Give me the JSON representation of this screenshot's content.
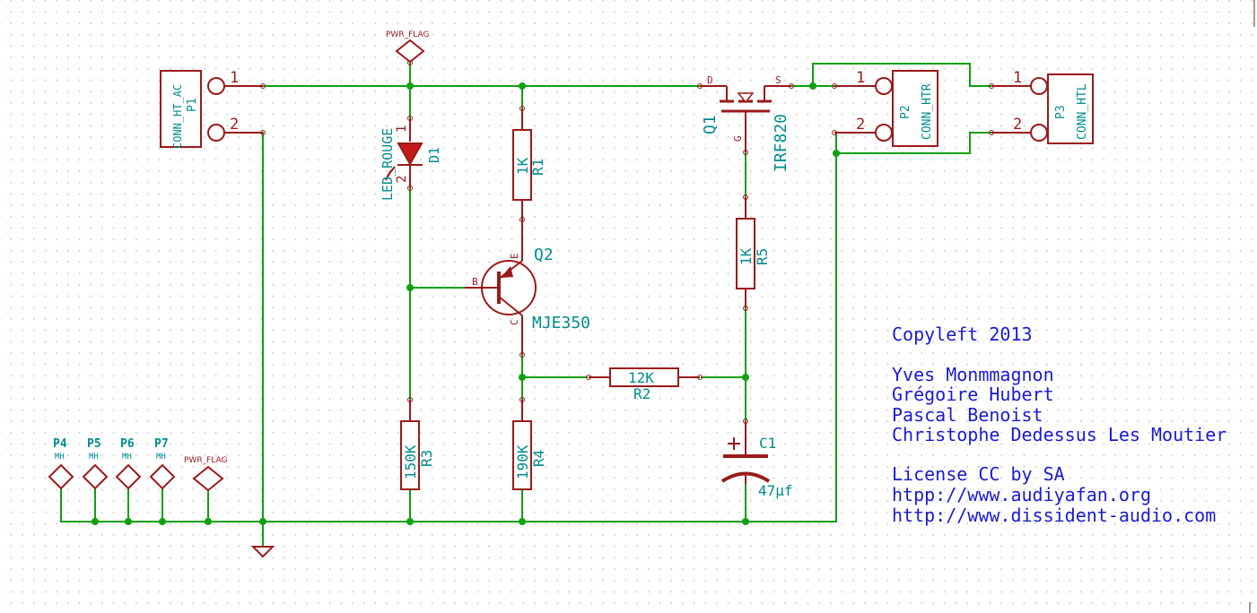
{
  "components": {
    "p1": {
      "ref": "P1",
      "value": "CONN_HT_AC",
      "pin1": "1",
      "pin2": "2"
    },
    "p2": {
      "ref": "P2",
      "value": "CONN_HTR",
      "pin1": "1",
      "pin2": "2"
    },
    "p3": {
      "ref": "P3",
      "value": "CONN_HTL",
      "pin1": "1",
      "pin2": "2"
    },
    "d1": {
      "ref": "D1",
      "value": "LED_ROUGE",
      "pin1": "1",
      "pin2": "2"
    },
    "r1": {
      "ref": "R1",
      "value": "1K"
    },
    "r2": {
      "ref": "R2",
      "value": "12K"
    },
    "r3": {
      "ref": "R3",
      "value": "150K"
    },
    "r4": {
      "ref": "R4",
      "value": "190K"
    },
    "r5": {
      "ref": "R5",
      "value": "1K"
    },
    "q1": {
      "ref": "Q1",
      "value": "IRF820",
      "pin_d": "D",
      "pin_s": "S",
      "pin_g": "G"
    },
    "q2": {
      "ref": "Q2",
      "value": "MJE350",
      "pin_b": "B",
      "pin_e": "E",
      "pin_c": "C"
    },
    "c1": {
      "ref": "C1",
      "value": "47µf"
    },
    "mounting": [
      {
        "ref": "P4",
        "value": "MH"
      },
      {
        "ref": "P5",
        "value": "MH"
      },
      {
        "ref": "P6",
        "value": "MH"
      },
      {
        "ref": "P7",
        "value": "MH"
      }
    ],
    "pwr_flag_top": "PWR_FLAG",
    "pwr_flag_bottom": "PWR_FLAG"
  },
  "notes": {
    "copyleft": "Copyleft 2013",
    "authors": [
      "Yves Monmmagnon",
      "Grégoire Hubert",
      "Pascal Benoist",
      "Christophe Dedessus Les Moutier"
    ],
    "license": "License CC by SA",
    "url1": "htpp://www.audiyafan.org",
    "url2": "http://www.dissident-audio.com"
  },
  "colors": {
    "wire": "#10a010",
    "component": "#9a1a1a",
    "label": "#008c8c",
    "note": "#1a1ad0"
  }
}
